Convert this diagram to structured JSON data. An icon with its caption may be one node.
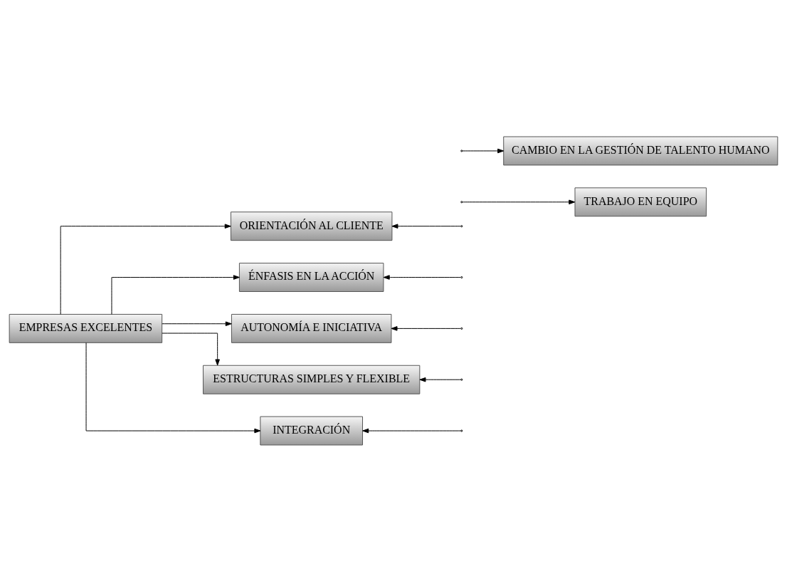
{
  "diagram": {
    "nodes": [
      {
        "text": [
          "EMPRESAS EXCELENTES"
        ]
      },
      {
        "text": [
          "ORIENTACIÓN AL CLIENTE"
        ]
      },
      {
        "text": [
          "ÉNFASIS EN LA ACCIÓN"
        ]
      },
      {
        "text": [
          "AUTONOMÍA E INICIATIVA"
        ]
      },
      {
        "text": [
          "ESTRUCTURAS SIMPLES Y FLEXIBLE"
        ]
      },
      {
        "text": [
          "INTEGRACIÓN"
        ]
      },
      {
        "text": [
          "TRABAJO EN EQUIPO"
        ]
      },
      {
        "text": [
          "CAMBIO EN LA GESTIÓN DE TALENTO HUMANO"
        ]
      }
    ],
    "edges": [
      {
        "from": 0,
        "to": 1,
        "arrow": "to"
      },
      {
        "from": 0,
        "to": 2,
        "arrow": "to"
      },
      {
        "from": 0,
        "to": 3,
        "arrow": "to"
      },
      {
        "from": 0,
        "to": 4,
        "arrow": "to"
      },
      {
        "from": 0,
        "to": 5,
        "arrow": "to"
      },
      {
        "from": null,
        "to": 1,
        "arrow": "to"
      },
      {
        "from": null,
        "to": 6,
        "arrow": "to"
      },
      {
        "from": null,
        "to": 2,
        "arrow": "to"
      },
      {
        "from": null,
        "to": 3,
        "arrow": "to"
      },
      {
        "from": null,
        "to": 7,
        "arrow": "to"
      },
      {
        "from": null,
        "to": 4,
        "arrow": "to"
      },
      {
        "from": null,
        "to": 5,
        "arrow": "to"
      }
    ]
  }
}
